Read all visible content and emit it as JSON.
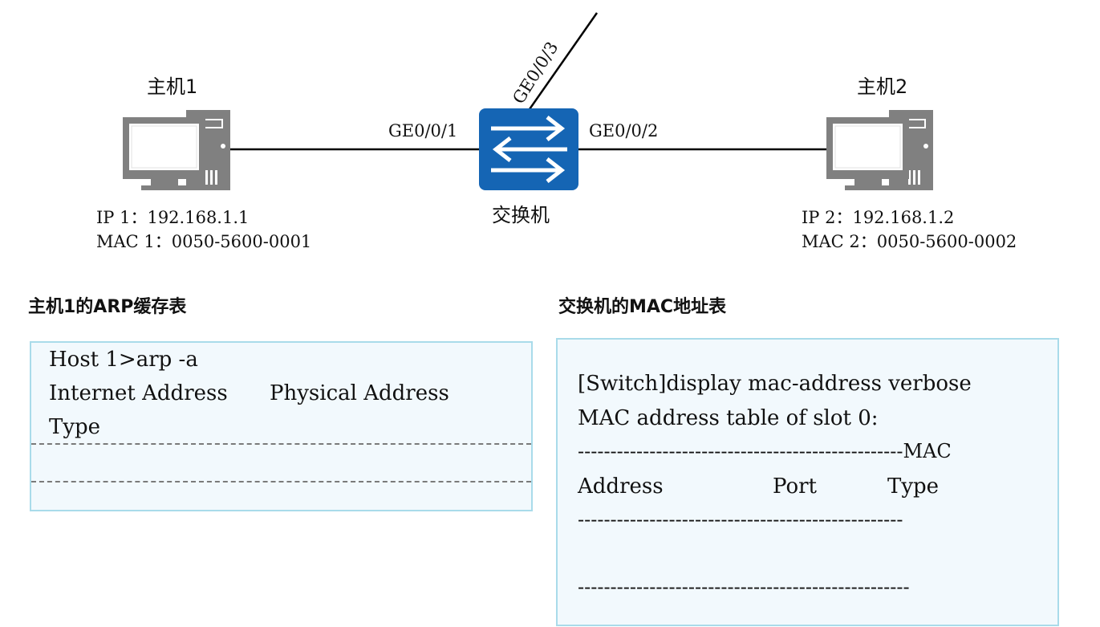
{
  "host1": {
    "title": "主机1",
    "ip": "IP 1：192.168.1.1",
    "mac": "MAC 1：0050-5600-0001"
  },
  "host2": {
    "title": "主机2",
    "ip": "IP 2：192.168.1.2",
    "mac": "MAC 2：0050-5600-0002"
  },
  "switch": {
    "label": "交换机",
    "ports": {
      "left": "GE0/0/1",
      "right": "GE0/0/2",
      "up": "GE0/0/3"
    },
    "color": "#1565b4"
  },
  "arp_section": {
    "title": "主机1的ARP缓存表",
    "lines": [
      "Host 1>arp -a",
      "Internet Address",
      "Physical Address",
      "Type"
    ]
  },
  "mac_section": {
    "title": "交换机的MAC地址表",
    "lines": [
      "[Switch]display mac-address verbose",
      "MAC address table of slot 0:",
      "--------------------------------------------------MAC",
      "Address",
      "Port",
      "Type",
      "--------------------------------------------------",
      "---------------------------------------------------"
    ]
  },
  "colors": {
    "panel_bg": "#f2f9fd",
    "panel_border": "#a9dbea",
    "pc_gray": "#808080"
  }
}
